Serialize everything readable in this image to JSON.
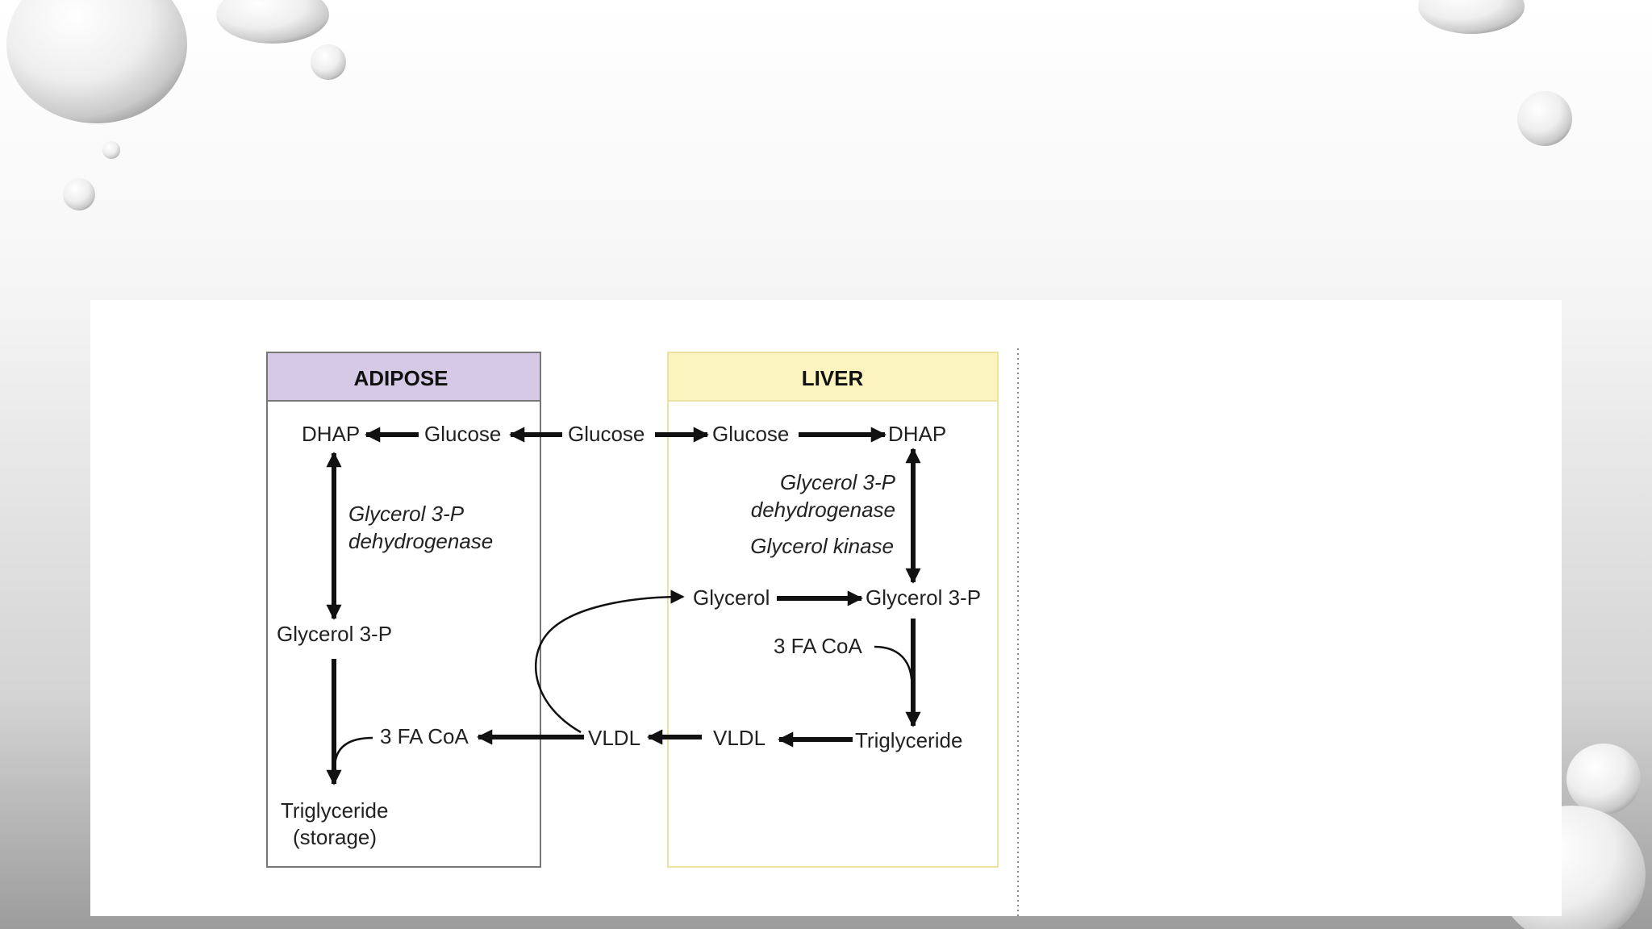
{
  "colors": {
    "adipose_header": "#d6c9e6",
    "liver_header": "#fbf4bf",
    "liver_border": "#ece3a2",
    "adipose_border": "#777777",
    "arrow": "#111111"
  },
  "diagram": {
    "adipose": {
      "header": "ADIPOSE",
      "dhap": "DHAP",
      "glucose": "Glucose",
      "enzyme_line1": "Glycerol 3-P",
      "enzyme_line2": "dehydrogenase",
      "glycerol_3p": "Glycerol 3-P",
      "fa_coa": "3 FA CoA",
      "triglyceride": "Triglyceride",
      "storage": "(storage)"
    },
    "blood": {
      "glucose": "Glucose",
      "vldl": "VLDL"
    },
    "liver": {
      "header": "LIVER",
      "glucose": "Glucose",
      "dhap": "DHAP",
      "enzyme_line1": "Glycerol 3-P",
      "enzyme_line2": "dehydrogenase",
      "enzyme_kinase": "Glycerol kinase",
      "glycerol": "Glycerol",
      "glycerol_3p": "Glycerol 3-P",
      "fa_coa": "3 FA CoA",
      "triglyceride": "Triglyceride",
      "vldl": "VLDL"
    }
  }
}
